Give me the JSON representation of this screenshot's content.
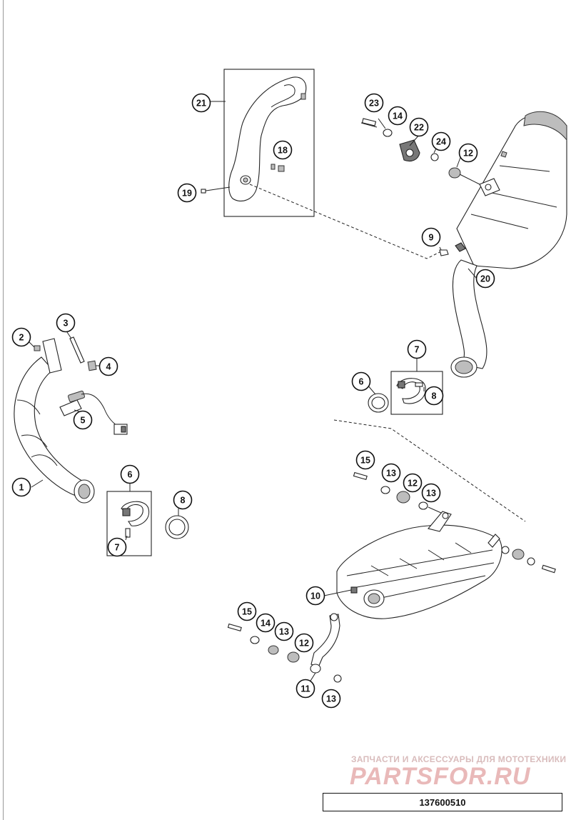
{
  "callouts": [
    "21",
    "18",
    "19",
    "23",
    "14",
    "22",
    "24",
    "12",
    "9",
    "20",
    "2",
    "3",
    "4",
    "5",
    "1",
    "6",
    "7",
    "8",
    "6",
    "8",
    "7",
    "15",
    "13",
    "12",
    "13",
    "10",
    "15",
    "14",
    "13",
    "12",
    "11",
    "13"
  ],
  "watermark": {
    "line1": "ЗАПЧАСТИ И АКСЕССУАРЫ ДЛЯ МОТОТЕХНИКИ",
    "line2": "PARTSFOR.RU"
  },
  "document_number": "137600510"
}
